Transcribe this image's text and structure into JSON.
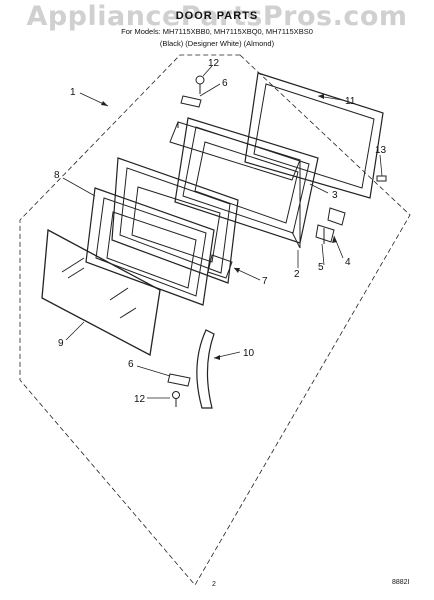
{
  "watermark": "AppliancePartsPros.com",
  "header": {
    "title": "DOOR PARTS",
    "models_line": "For Models: MH7115XBB0, MH7115XBQ0, MH7115XBS0",
    "colors_line": "(Black)   (Designer White)   (Almond)"
  },
  "callouts": [
    "1",
    "2",
    "3",
    "4",
    "5",
    "6",
    "7",
    "8",
    "9",
    "10",
    "11",
    "12",
    "13",
    "6",
    "12"
  ],
  "footer": {
    "page": "2",
    "doc_code": "8882I"
  }
}
